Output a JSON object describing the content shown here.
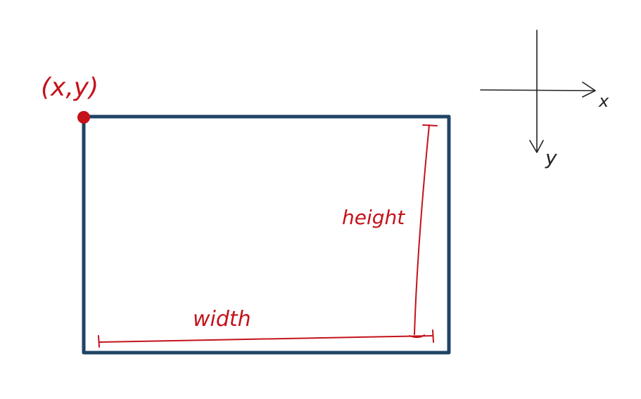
{
  "colors": {
    "rect_stroke": "#1f4466",
    "annotation": "#c4121b",
    "axes": "#222222",
    "background": "#ffffff"
  },
  "labels": {
    "origin": "(x,y)",
    "width": "width",
    "height": "height",
    "axis_x": "x",
    "axis_y": "y"
  }
}
